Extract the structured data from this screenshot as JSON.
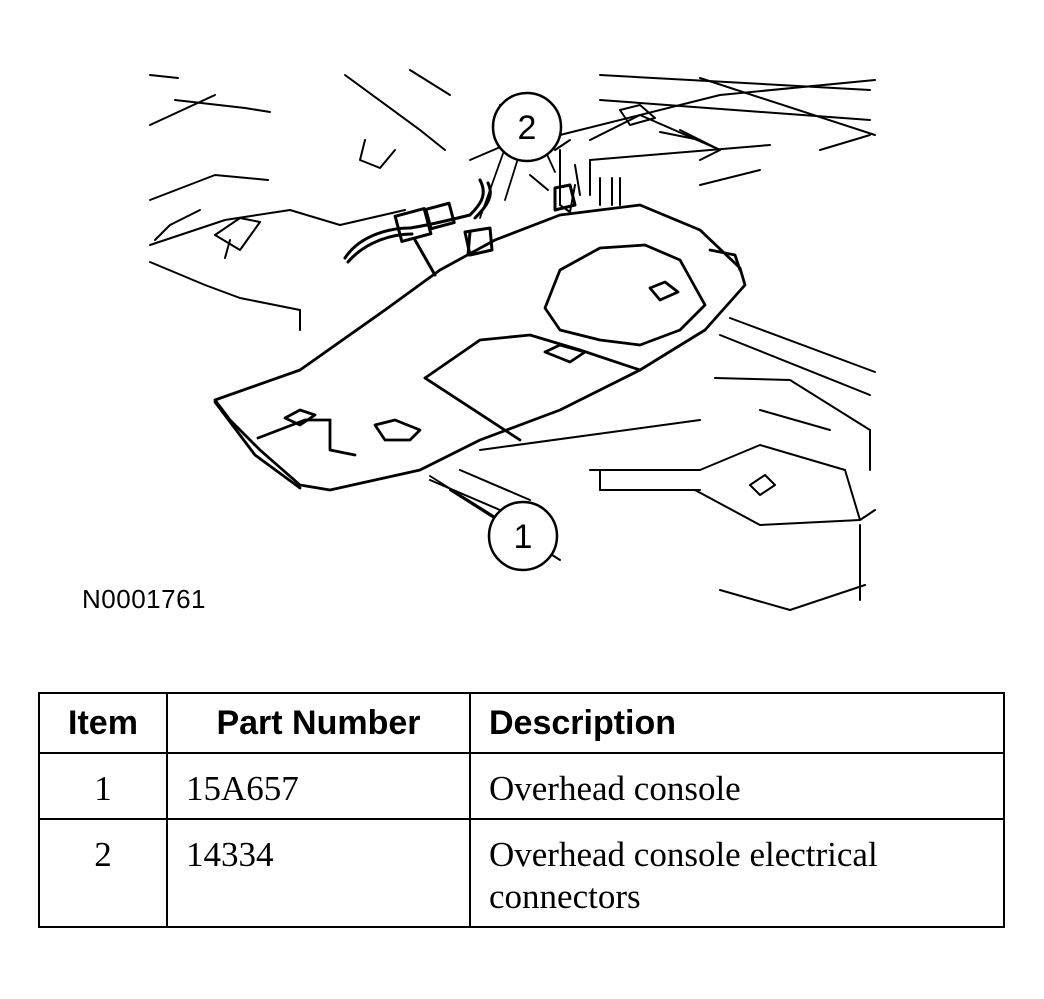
{
  "figure": {
    "callouts": [
      "1",
      "2"
    ],
    "figure_id": "N0001761"
  },
  "table": {
    "headers": [
      "Item",
      "Part Number",
      "Description"
    ],
    "rows": [
      {
        "item": "1",
        "part_number": "15A657",
        "description": "Overhead console"
      },
      {
        "item": "2",
        "part_number": "14334",
        "description": "Overhead console electrical connectors"
      }
    ]
  }
}
